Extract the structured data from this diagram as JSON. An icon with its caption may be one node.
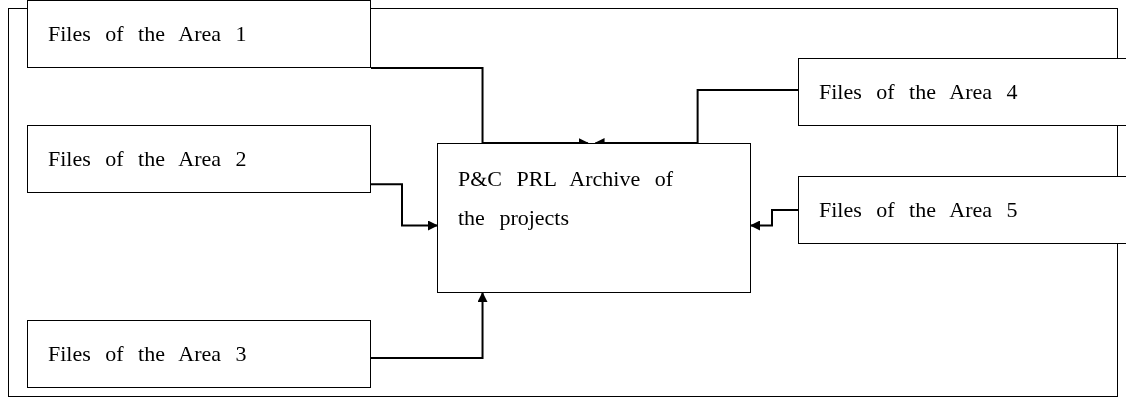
{
  "diagram": {
    "nodes": [
      {
        "text": [
          "Files of the Area 1"
        ]
      },
      {
        "text": [
          "Files of the Area 2"
        ]
      },
      {
        "text": [
          "Files of the Area 3"
        ]
      },
      {
        "text": [
          "P&C PRL Archive of the projects"
        ]
      },
      {
        "text": [
          "Files of the Area 4"
        ]
      },
      {
        "text": [
          "Files of the Area 5"
        ]
      }
    ],
    "edges": [
      {
        "from": 0,
        "to": 3,
        "arrow": "to"
      },
      {
        "from": 4,
        "to": 3,
        "arrow": "to"
      },
      {
        "from": 1,
        "to": 3,
        "arrow": "to"
      },
      {
        "from": 5,
        "to": 3,
        "arrow": "to"
      },
      {
        "from": 2,
        "to": 3,
        "arrow": "to"
      }
    ]
  }
}
